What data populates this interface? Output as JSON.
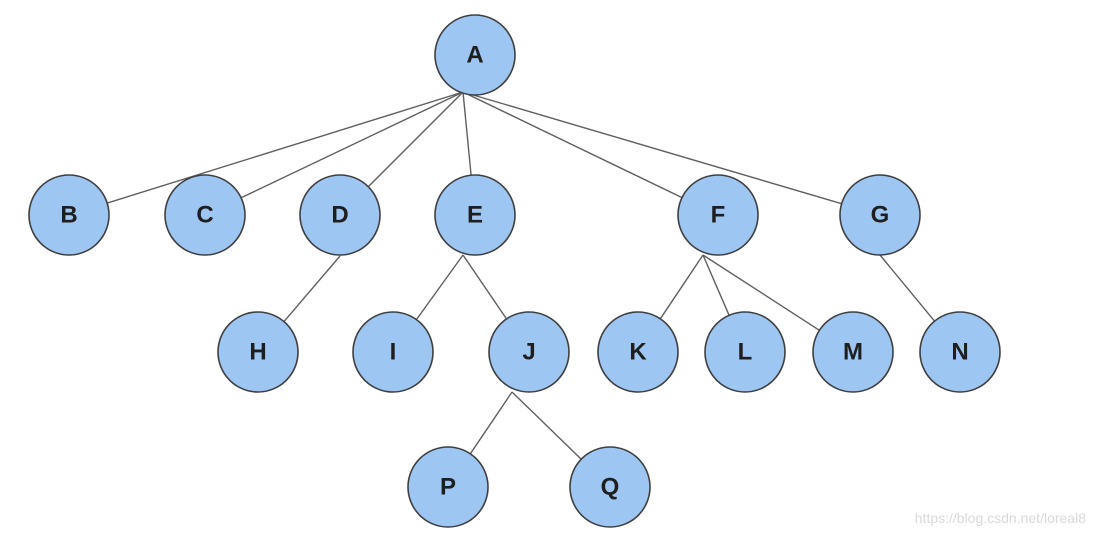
{
  "diagram": {
    "type": "tree",
    "root": "A",
    "nodes": [
      {
        "id": "A",
        "label": "A"
      },
      {
        "id": "B",
        "label": "B"
      },
      {
        "id": "C",
        "label": "C"
      },
      {
        "id": "D",
        "label": "D"
      },
      {
        "id": "E",
        "label": "E"
      },
      {
        "id": "F",
        "label": "F"
      },
      {
        "id": "G",
        "label": "G"
      },
      {
        "id": "H",
        "label": "H"
      },
      {
        "id": "I",
        "label": "I"
      },
      {
        "id": "J",
        "label": "J"
      },
      {
        "id": "K",
        "label": "K"
      },
      {
        "id": "L",
        "label": "L"
      },
      {
        "id": "M",
        "label": "M"
      },
      {
        "id": "N",
        "label": "N"
      },
      {
        "id": "P",
        "label": "P"
      },
      {
        "id": "Q",
        "label": "Q"
      }
    ],
    "edges": [
      [
        "A",
        "B"
      ],
      [
        "A",
        "C"
      ],
      [
        "A",
        "D"
      ],
      [
        "A",
        "E"
      ],
      [
        "A",
        "F"
      ],
      [
        "A",
        "G"
      ],
      [
        "D",
        "H"
      ],
      [
        "E",
        "I"
      ],
      [
        "E",
        "J"
      ],
      [
        "F",
        "K"
      ],
      [
        "F",
        "L"
      ],
      [
        "F",
        "M"
      ],
      [
        "G",
        "N"
      ],
      [
        "J",
        "P"
      ],
      [
        "J",
        "Q"
      ]
    ],
    "colors": {
      "node_fill": "#9ec6f3",
      "node_stroke": "#3f3f3f",
      "edge": "#5f5f5f",
      "label": "#1e1e1e"
    }
  },
  "watermark": "https://blog.csdn.net/loreal8"
}
